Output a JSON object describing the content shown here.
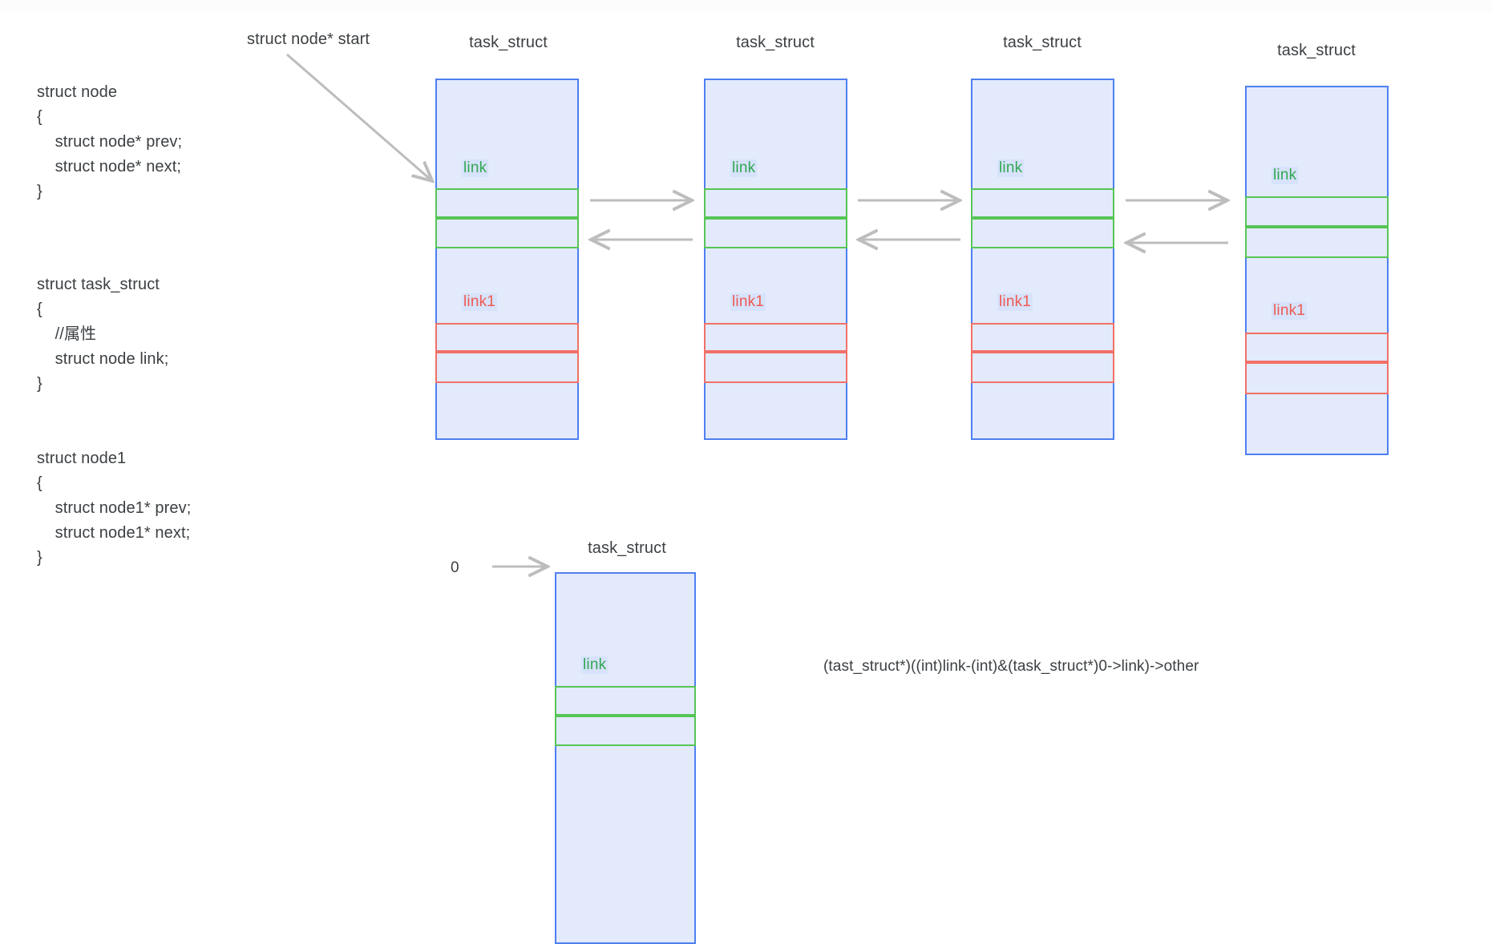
{
  "page": {
    "background": "#ffffff",
    "accent_blue": "#4f7ff0",
    "accent_green": "#56c556",
    "accent_red": "#f27068",
    "fill_blue": "#e2eafc",
    "text_color": "#3c4043",
    "arrow_color": "#bdbdbd"
  },
  "code_blocks": [
    {
      "id": "node",
      "text": "struct node\n{\n    struct node* prev;\n    struct node* next;\n}"
    },
    {
      "id": "task_struct",
      "text": "struct task_struct\n{\n    //属性\n    struct node link;\n}"
    },
    {
      "id": "node1",
      "text": "struct node1\n{\n    struct node1* prev;\n    struct node1* next;\n}"
    }
  ],
  "labels": {
    "start_pointer": "struct node* start",
    "zero_pointer": "0",
    "formula": "(tast_struct*)((int)link-(int)&(task_struct*)0->link)->other"
  },
  "struct_title": "task_struct",
  "slot_labels": {
    "link": "link",
    "link1": "link1"
  },
  "chain_boxes": [
    {
      "id": "box1",
      "title": "task_struct",
      "link_label": "link",
      "link1_label": "link1"
    },
    {
      "id": "box2",
      "title": "task_struct",
      "link_label": "link",
      "link1_label": "link1"
    },
    {
      "id": "box3",
      "title": "task_struct",
      "link_label": "link",
      "link1_label": "link1"
    },
    {
      "id": "box4",
      "title": "task_struct",
      "link_label": "link",
      "link1_label": "link1"
    }
  ],
  "bottom_box": {
    "title": "task_struct",
    "link_label": "link"
  }
}
